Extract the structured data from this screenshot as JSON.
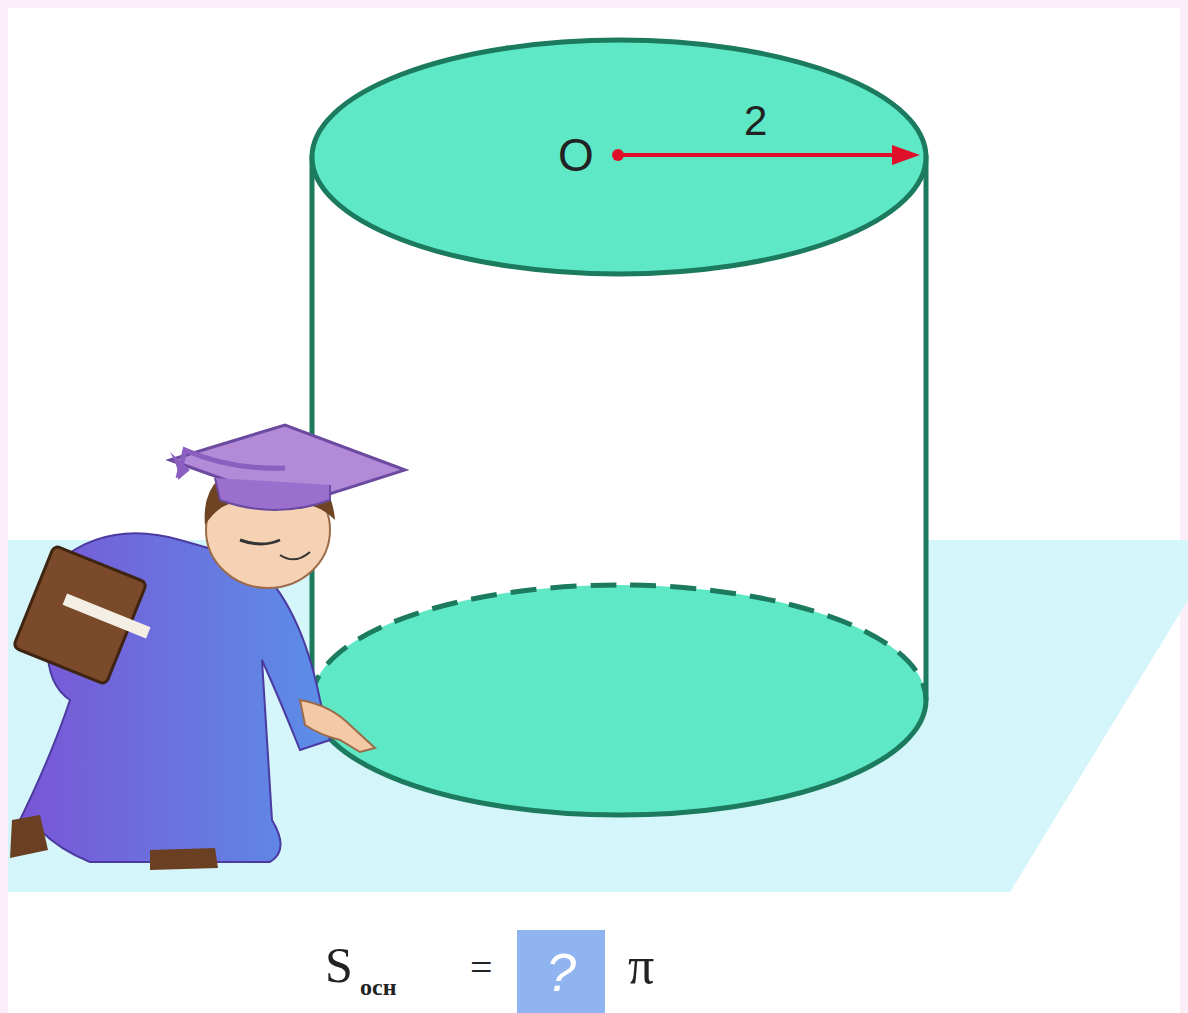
{
  "diagram": {
    "nodes": [
      {
        "text": [
          "?"
        ]
      }
    ],
    "labels": [
      "O",
      "2",
      "S",
      "осн",
      "=",
      "π"
    ]
  }
}
